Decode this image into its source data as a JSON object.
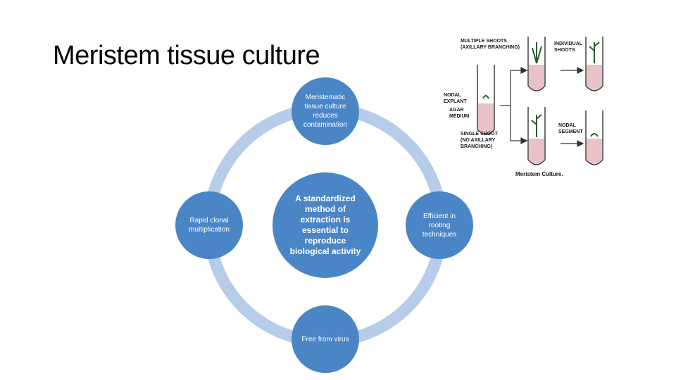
{
  "title": "Meristem tissue culture",
  "nodes": {
    "top": "Meristematic tissue culture reduces contamination",
    "left": "Rapid clonal multiplication",
    "center": "A standardized method of extraction is essential to reproduce biological activity",
    "right": "Efficient in rooting techniques",
    "bottom": "Free from virus"
  },
  "figure": {
    "label_multiple_shoots_1": "MULTIPLE SHOOTS",
    "label_multiple_shoots_2": "(AXILLARY BRANCHING)",
    "label_individual_shoots_1": "INDIVIDUAL",
    "label_individual_shoots_2": "SHOOTS",
    "label_nodal_explant_1": "NODAL",
    "label_nodal_explant_2": "EXPLANT",
    "label_agar_1": "AGAR",
    "label_agar_2": "MEDIUM",
    "label_single_shoot_1": "SINGLE SHOOT",
    "label_single_shoot_2": "(NO AXILLARY",
    "label_single_shoot_3": "BRANCHING)",
    "label_nodal_segment_1": "NODAL",
    "label_nodal_segment_2": "SEGMENT",
    "caption": "Meristem Culture."
  },
  "colors": {
    "node": "#4a86c5",
    "ring": "#b7cce8"
  }
}
